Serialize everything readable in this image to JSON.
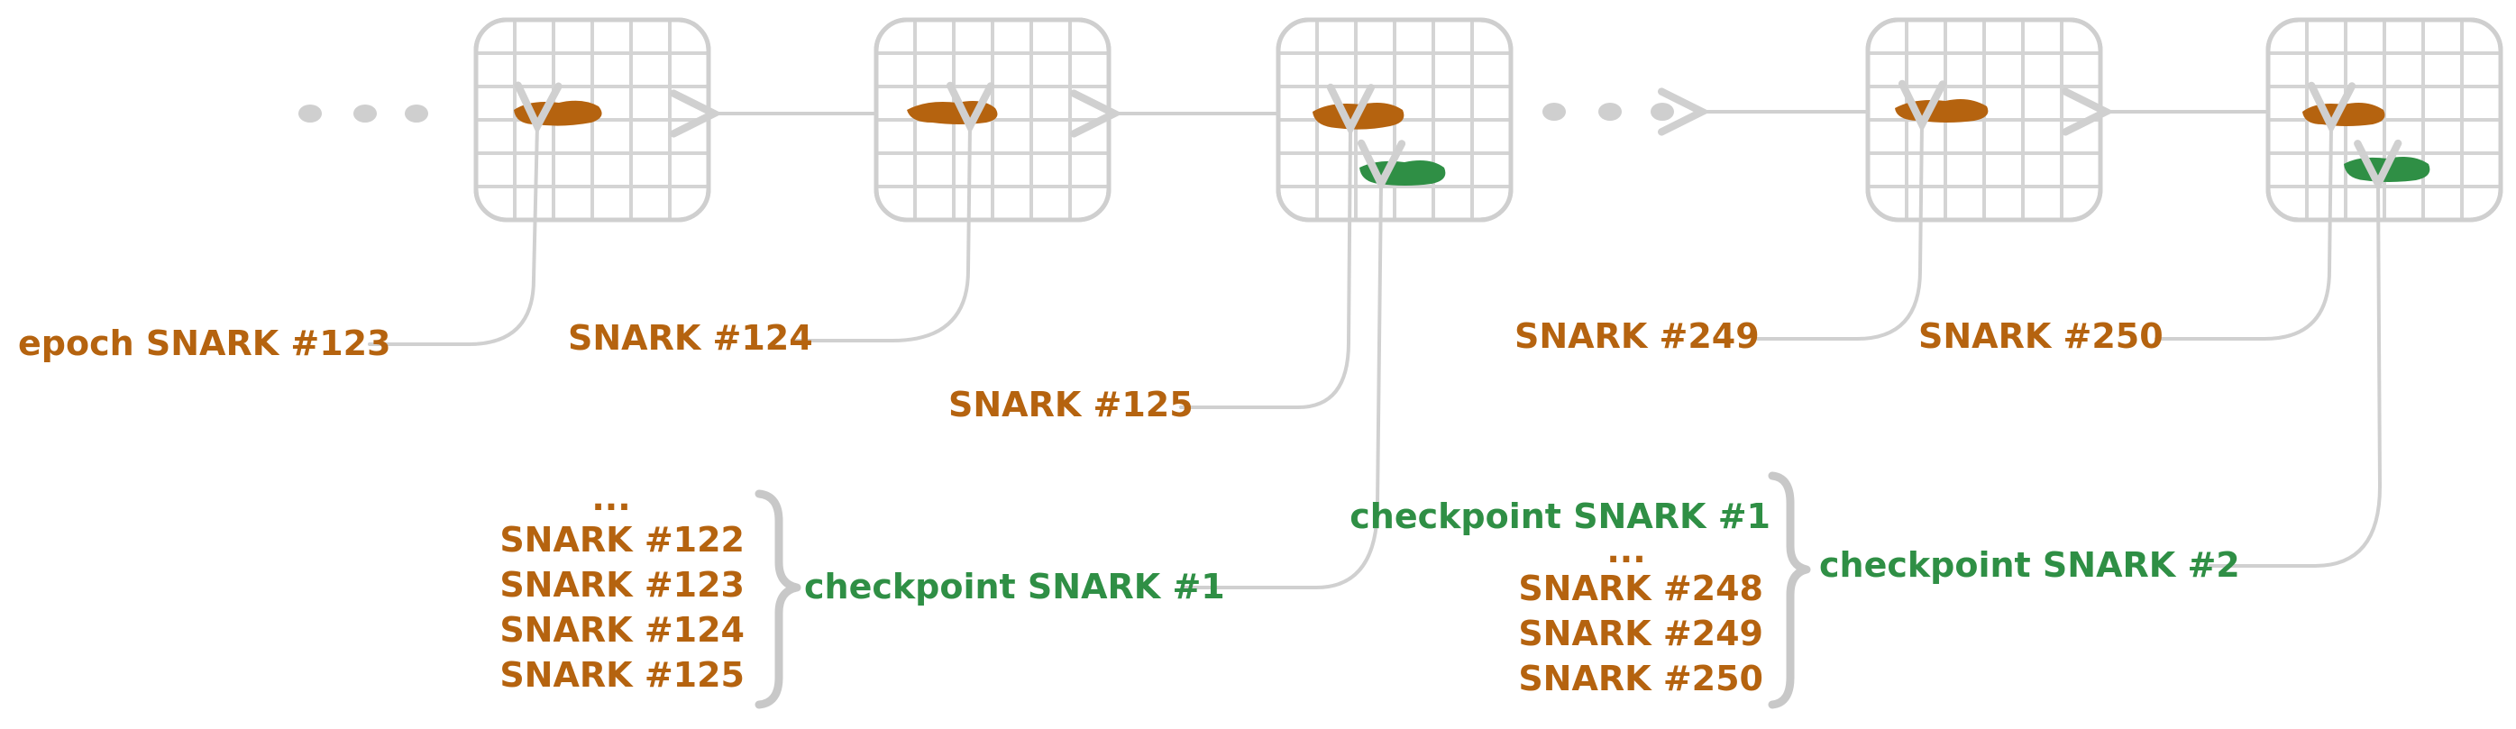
{
  "colors": {
    "snark": "#b5630f",
    "checkpoint": "#2f8f45",
    "lines": "#d0d0d0"
  },
  "labels": {
    "epoch_123": "epoch SNARK #123",
    "snark_124": "SNARK #124",
    "snark_125": "SNARK #125",
    "snark_249": "SNARK #249",
    "snark_250": "SNARK #250",
    "checkpoint_1": "checkpoint SNARK #1",
    "checkpoint_2": "checkpoint SNARK #2"
  },
  "group1": {
    "items": [
      "...",
      "SNARK #122",
      "SNARK #123",
      "SNARK #124",
      "SNARK #125"
    ]
  },
  "group2": {
    "items": [
      "checkpoint SNARK #1",
      "...",
      "SNARK #248",
      "SNARK #249",
      "SNARK #250"
    ]
  }
}
